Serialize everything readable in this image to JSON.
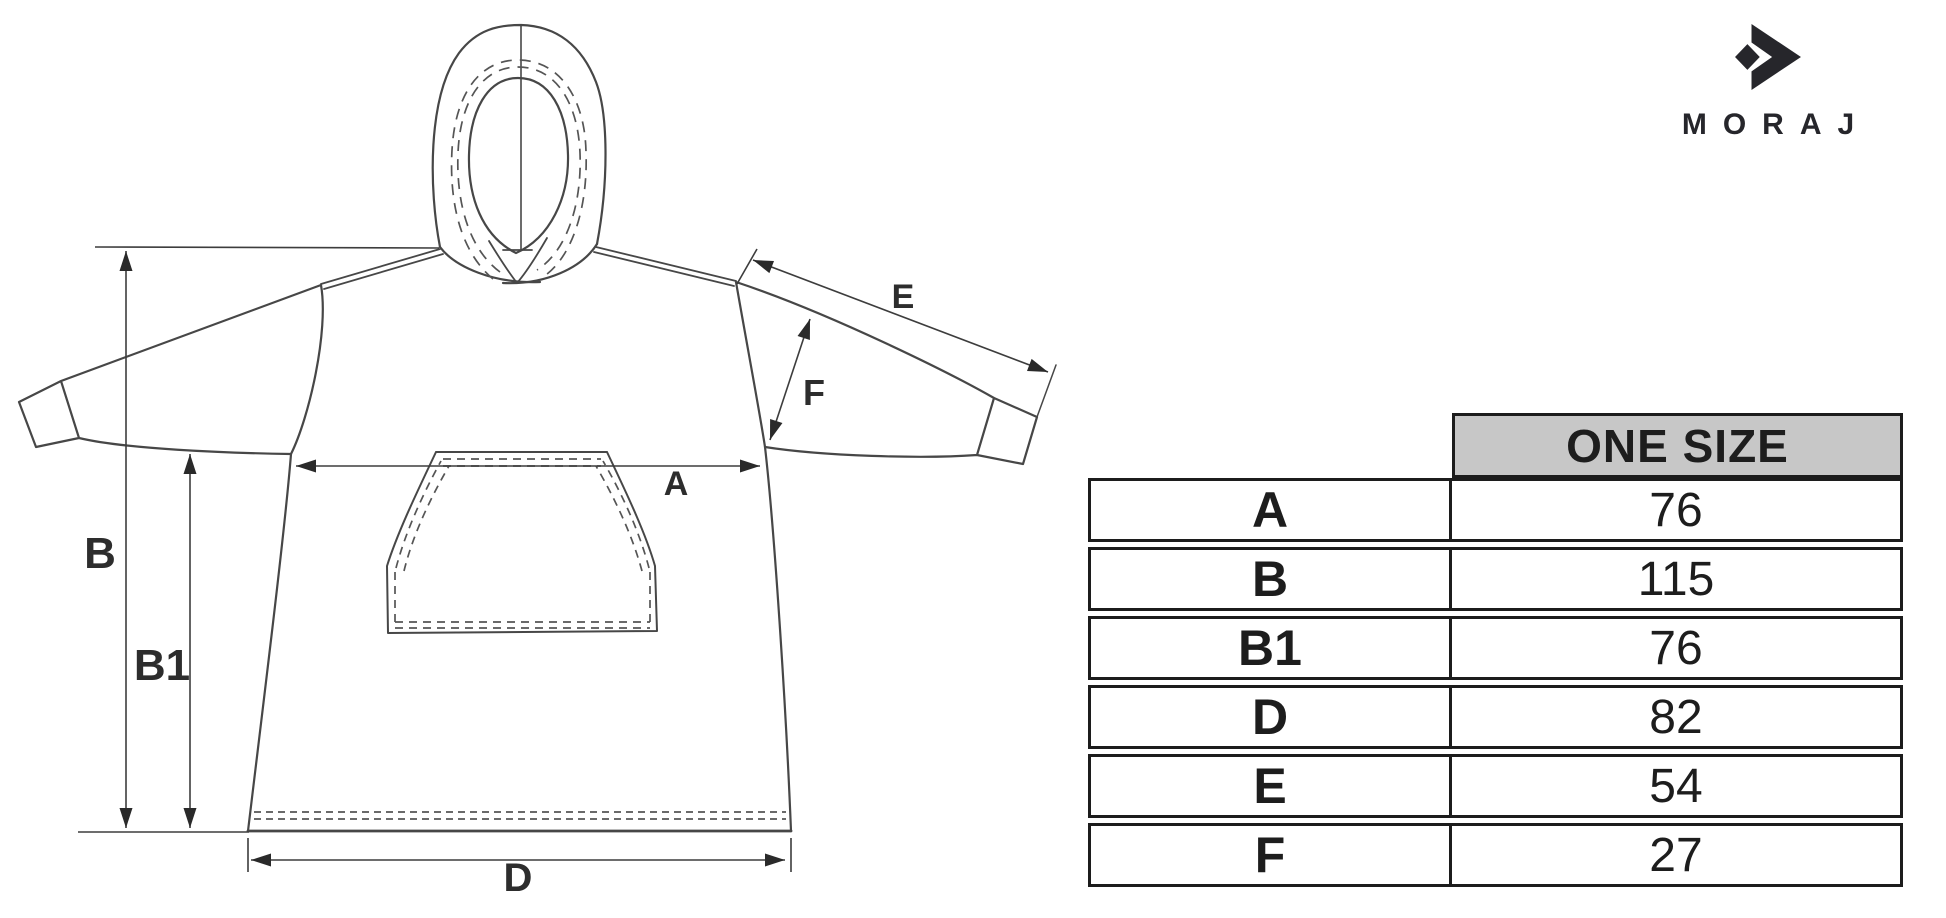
{
  "brand": {
    "name": "MORAJ",
    "icon": "moraj-arrow-diamond-icon"
  },
  "diagram": {
    "type": "garment-measurement-drawing",
    "dimension_labels": {
      "a": "A",
      "b": "B",
      "b1": "B1",
      "d": "D",
      "e": "E",
      "f": "F"
    }
  },
  "size_table": {
    "header": "ONE SIZE",
    "rows": [
      {
        "label": "A",
        "value": "76"
      },
      {
        "label": "B",
        "value": "115"
      },
      {
        "label": "B1",
        "value": "76"
      },
      {
        "label": "D",
        "value": "82"
      },
      {
        "label": "E",
        "value": "54"
      },
      {
        "label": "F",
        "value": "27"
      }
    ]
  },
  "chart_data": {
    "type": "table",
    "title": "ONE SIZE",
    "categories": [
      "A",
      "B",
      "B1",
      "D",
      "E",
      "F"
    ],
    "values": [
      76,
      115,
      76,
      82,
      54,
      27
    ]
  },
  "colors": {
    "table_header_bg": "#c7c7c7",
    "table_border": "#1c1c1c",
    "drawing_line": "#474747",
    "dimension_line": "#3d3d3d",
    "text": "#2d2d2d",
    "logo": "#26262b"
  }
}
